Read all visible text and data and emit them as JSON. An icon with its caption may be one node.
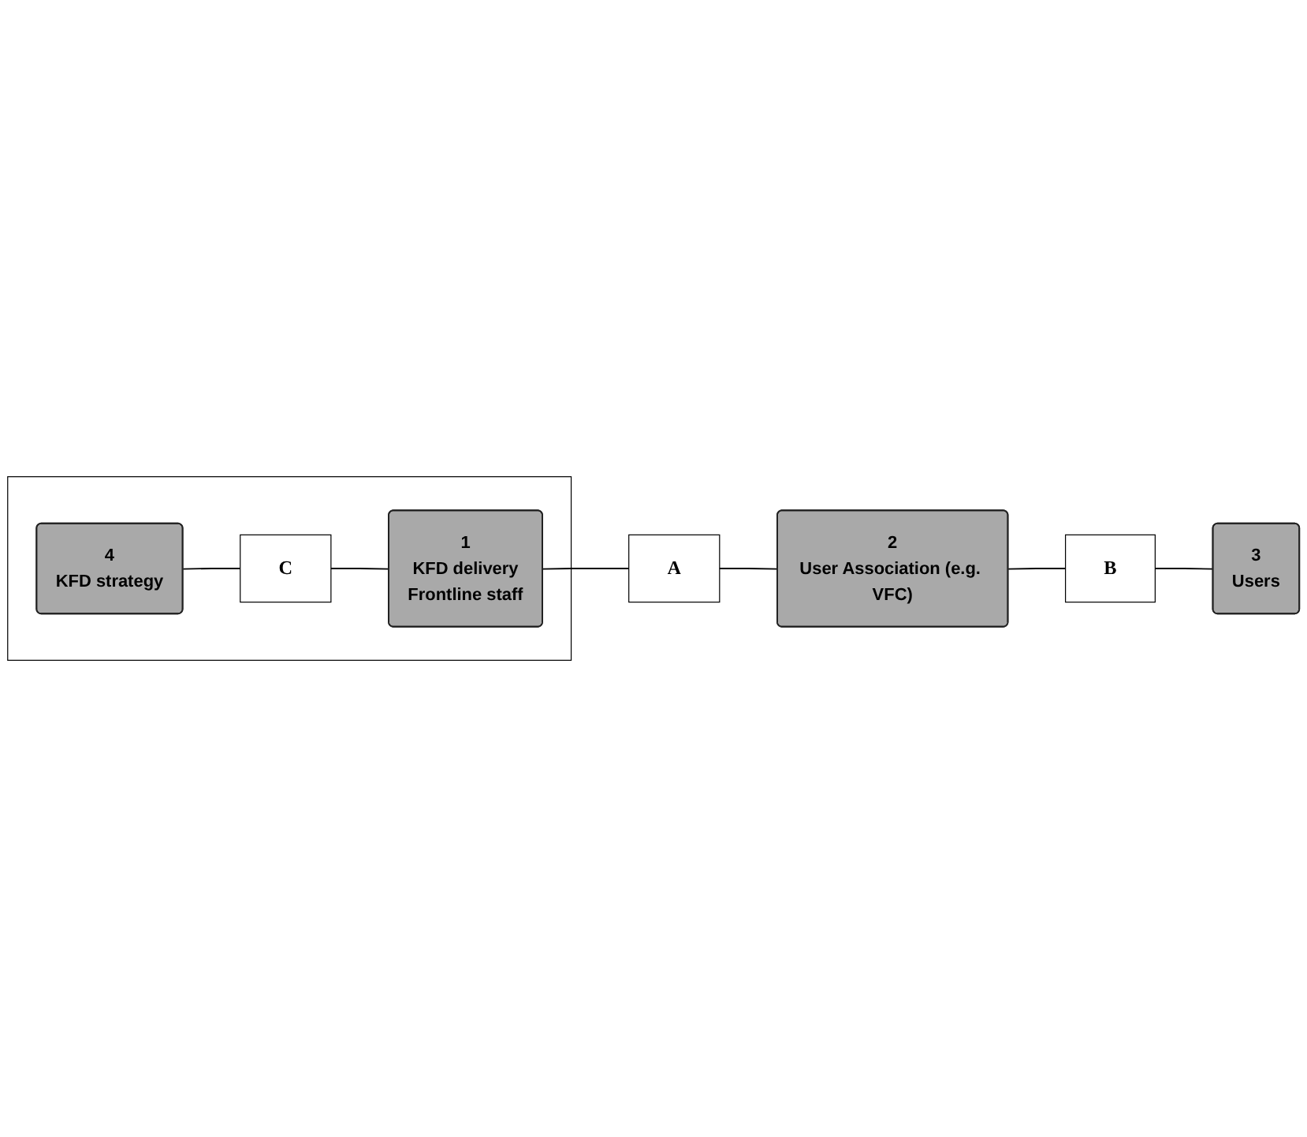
{
  "diagram": {
    "nodes": [
      {
        "text": [],
        "shape": "box"
      },
      {
        "text": [
          "4",
          "KFD strategy"
        ],
        "in": 0
      },
      {
        "text": [
          "C"
        ],
        "in": 0
      },
      {
        "text": [
          "1",
          "KFD delivery",
          "Frontline staff"
        ],
        "in": 0
      },
      {
        "text": [
          "A"
        ]
      },
      {
        "text": [
          "2",
          "User Association (e.g. VFC)"
        ]
      },
      {
        "text": [
          "B"
        ]
      },
      {
        "text": [
          "3",
          "Users"
        ]
      }
    ],
    "edges": [
      {
        "from": 1,
        "to": 2,
        "arrow": "none"
      },
      {
        "from": 2,
        "to": 3,
        "arrow": "none"
      },
      {
        "from": 3,
        "to": 4,
        "arrow": "none"
      },
      {
        "from": 4,
        "to": 5,
        "arrow": "none"
      },
      {
        "from": 5,
        "to": 6,
        "arrow": "none"
      },
      {
        "from": 6,
        "to": 7,
        "arrow": "none"
      }
    ]
  }
}
